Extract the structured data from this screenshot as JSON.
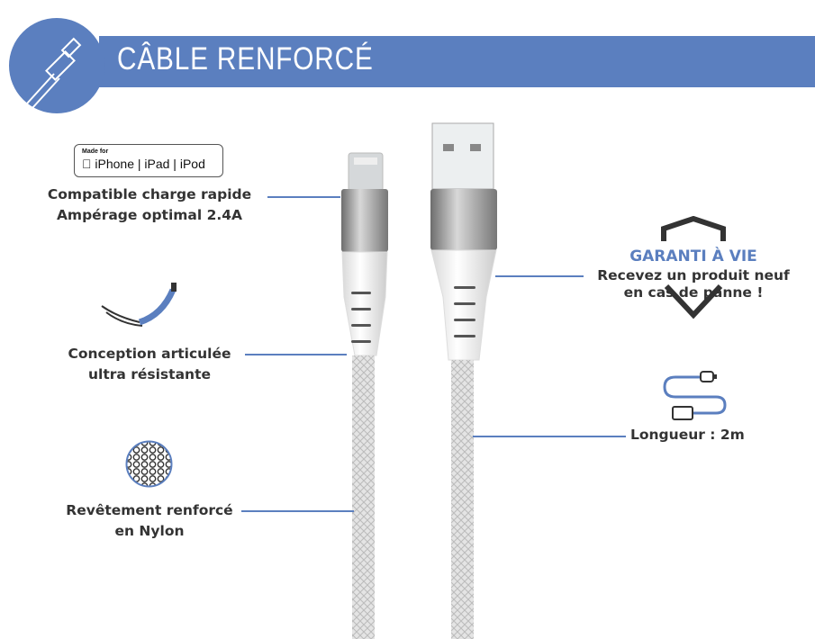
{
  "header": {
    "title": "CÂBLE RENFORCÉ"
  },
  "badge": {
    "made_for": "Made for",
    "devices": " iPhone | iPad | iPod"
  },
  "features": {
    "charge": [
      "Compatible charge rapide",
      "Ampérage optimal 2.4A"
    ],
    "conception": [
      "Conception articulée",
      "ultra résistante"
    ],
    "revetement": [
      "Revêtement renforcé",
      "en Nylon"
    ],
    "garantie": {
      "title": "GARANTI À VIE",
      "lines": [
        "Recevez un produit neuf",
        "en cas de panne !"
      ]
    },
    "longueur": "Longueur : 2m"
  },
  "colors": {
    "accent": "#5b7fbf",
    "text": "#333333"
  }
}
